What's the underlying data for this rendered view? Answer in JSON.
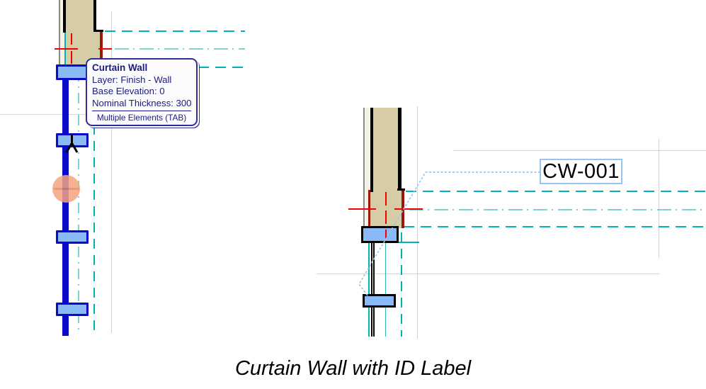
{
  "figure": {
    "caption": "Curtain Wall with ID Label"
  },
  "tooltip": {
    "title": "Curtain Wall",
    "lines": [
      "Layer: Finish - Wall",
      "Base Elevation: 0",
      "Nominal Thickness: 300"
    ],
    "footer": "Multiple Elements (TAB)"
  },
  "label": {
    "text": "CW-001"
  },
  "icons": {
    "cursor": "mercedes-tracking-cursor",
    "click_indicator": "orange-click-highlight"
  },
  "colors": {
    "tan": "#d6cda6",
    "cream": "#f4f1e5",
    "maroon": "#9a180b",
    "red": "#f40000",
    "teal": "#00b4b6",
    "teal_light": "#7fd2cf",
    "teal_green": "#2db9a8",
    "blue": "#0b0bc7",
    "mullion_fill": "#8abaf5",
    "gray_dark": "#8a8a8a",
    "gray_light": "#d4d4d4",
    "leader_blue": "#9cc2ef",
    "navy": "#1b1b80",
    "tooltip_border": "#2d2d92",
    "tooltip_bg": "#fbfbfe",
    "orange": "#f4a47f",
    "label_border": "#9cc3ef",
    "ink": "#000000"
  }
}
